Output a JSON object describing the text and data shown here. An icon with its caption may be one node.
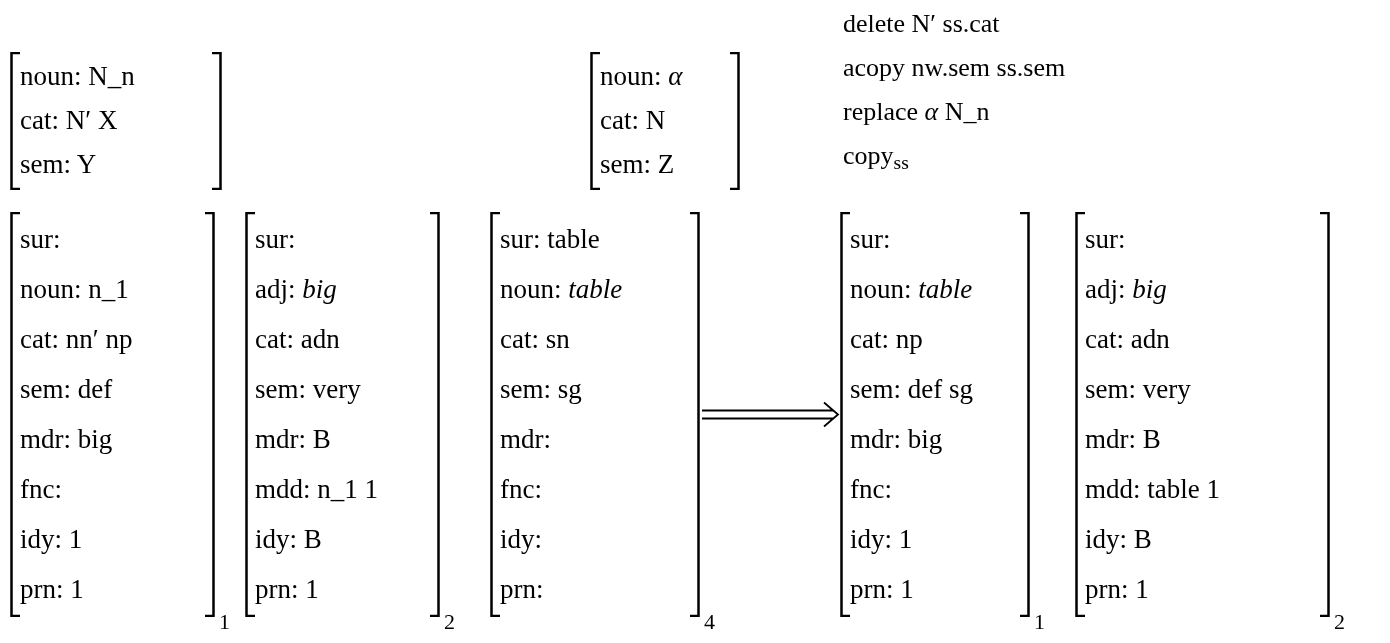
{
  "diagram": {
    "nodes": [
      {
        "text": [
          "noun: N_n",
          "cat: N′ X",
          "sem: Y"
        ]
      },
      {
        "text": [
          "noun: *α*",
          "cat: N",
          "sem: Z"
        ]
      },
      {
        "text": [
          "sur:",
          "noun: n_1",
          "cat: nn′ np",
          "sem: def",
          "mdr: big",
          "fnc:",
          "idy: 1",
          "prn: 1"
        ],
        "beside": [
          "1"
        ]
      },
      {
        "text": [
          "sur:",
          "adj: *big*",
          "cat: adn",
          "sem: very",
          "mdr: B",
          "mdd: n_1 1",
          "idy: B",
          "prn: 1"
        ],
        "beside": [
          "2"
        ]
      },
      {
        "text": [
          "sur: table",
          "noun: *table*",
          "cat: sn",
          "sem: sg",
          "mdr:",
          "fnc:",
          "idy:",
          "prn:"
        ],
        "beside": [
          "4"
        ]
      },
      {
        "text": [
          "sur:",
          "noun: *table*",
          "cat: np",
          "sem: def sg",
          "mdr: big",
          "fnc:",
          "idy: 1",
          "prn: 1"
        ],
        "beside": [
          "1"
        ]
      },
      {
        "text": [
          "sur:",
          "adj: *big*",
          "cat: adn",
          "sem: very",
          "mdr: B",
          "mdd: table 1",
          "idy: B",
          "prn: 1"
        ],
        "beside": [
          "2"
        ]
      }
    ],
    "edges": [
      {
        "from": 4,
        "to": 5,
        "arrow": "to"
      }
    ],
    "labels": [
      "delete N′ ss.cat",
      "acopy nw.sem ss.sem",
      "replace *α* N_n",
      "copy$_{ss}$"
    ]
  }
}
